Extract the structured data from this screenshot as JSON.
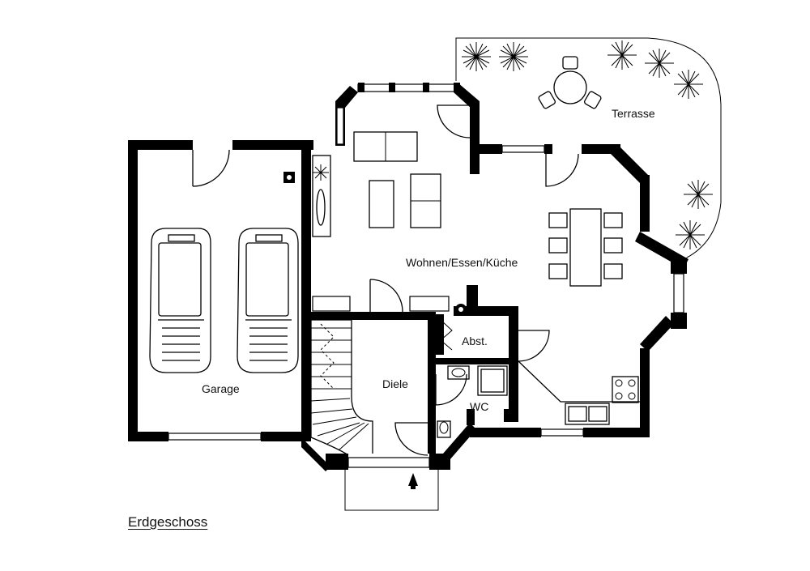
{
  "plan": {
    "caption": "Erdgeschoss",
    "rooms": {
      "garage": "Garage",
      "wohnen": "Wohnen/Essen/Küche",
      "terrasse": "Terrasse",
      "abst": "Abst.",
      "diele": "Diele",
      "wc": "WC"
    }
  }
}
